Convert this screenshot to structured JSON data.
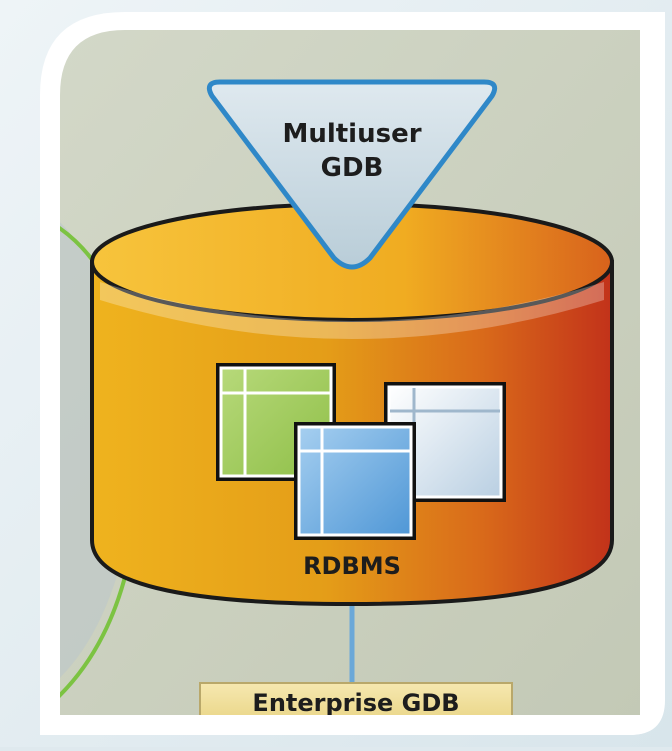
{
  "diagram": {
    "top_label_line1": "Multiuser",
    "top_label_line2": "GDB",
    "database_label": "RDBMS",
    "bottom_label": "Enterprise GDB"
  },
  "colors": {
    "frame_background": "#c8cebc",
    "outer_background": "#e3ecef",
    "cylinder_yellow": "#f2b51d",
    "cylinder_orange": "#e08a16",
    "cylinder_red": "#c7371b",
    "triangle_fill": "#c6d5dd",
    "triangle_stroke": "#2f88c8",
    "green_line": "#7cc342",
    "blue_line": "#6ba8d8",
    "label_box_fill": "#f0df9b"
  }
}
